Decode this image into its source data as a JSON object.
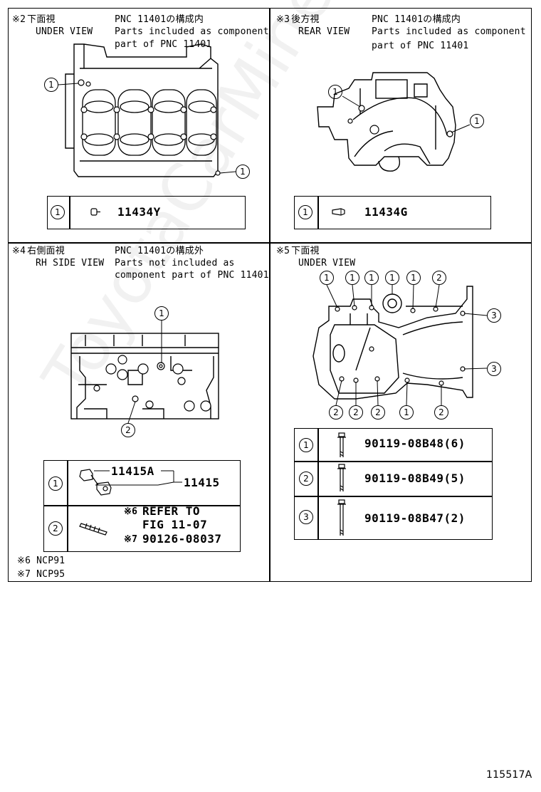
{
  "panels": {
    "p1": {
      "note_mark": "※2",
      "title_jp": "下面視",
      "title_en": "UNDER VIEW",
      "pnc_jp": "PNC 11401の構成内",
      "pnc_en_1": "Parts included as component",
      "pnc_en_2": "part of PNC 11401",
      "callouts": [
        "1",
        "1"
      ],
      "table": [
        {
          "ref": "1",
          "part": "11434Y"
        }
      ]
    },
    "p2": {
      "note_mark": "※3",
      "title_jp": "後方視",
      "title_en": "REAR VIEW",
      "pnc_jp": "PNC 11401の構成内",
      "pnc_en_1": "Parts included as component",
      "pnc_en_2": "part of PNC 11401",
      "callouts": [
        "1",
        "1"
      ],
      "table": [
        {
          "ref": "1",
          "part": "11434G"
        }
      ]
    },
    "p3": {
      "note_mark": "※4",
      "title_jp": "右側面視",
      "title_en": "RH SIDE VIEW",
      "pnc_jp": "PNC 11401の構成外",
      "pnc_en_1": "Parts not included as",
      "pnc_en_2": "component part of PNC 11401",
      "callouts": [
        "1",
        "2"
      ],
      "table": {
        "row1": {
          "ref": "1",
          "sub_part": "11415A",
          "part": "11415"
        },
        "row2": {
          "ref": "2",
          "mark6": "※6",
          "refer_1": "REFER TO",
          "refer_2": "FIG 11-07",
          "mark7": "※7",
          "part": "90126-08037"
        }
      },
      "footnotes": [
        {
          "mark": "※6",
          "text": "NCP91"
        },
        {
          "mark": "※7",
          "text": "NCP95"
        }
      ]
    },
    "p4": {
      "note_mark": "※5",
      "title_jp": "下面視",
      "title_en": "UNDER VIEW",
      "callouts_top": [
        "1",
        "1",
        "1",
        "1",
        "1",
        "2"
      ],
      "callouts_right": [
        "3",
        "3"
      ],
      "callouts_bottom": [
        "2",
        "2",
        "2",
        "1",
        "2"
      ],
      "table": [
        {
          "ref": "1",
          "part": "90119-08B48(6)"
        },
        {
          "ref": "2",
          "part": "90119-08B49(5)"
        },
        {
          "ref": "3",
          "part": "90119-08B47(2)"
        }
      ]
    }
  },
  "watermark": "ToyotaCarMine.ru",
  "figure_id": "115517A"
}
